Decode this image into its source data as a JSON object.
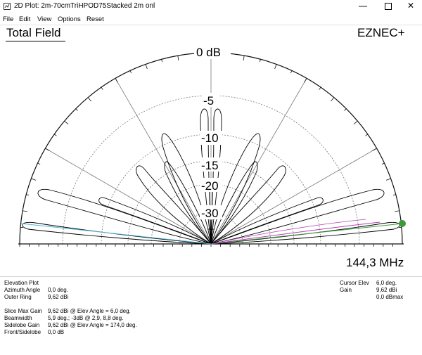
{
  "window": {
    "title": "2D Plot: 2m-70cmTriHPOD75Stacked 2m onl",
    "minimize_icon": "minimize-icon",
    "maximize_icon": "maximize-icon",
    "close_icon": "close-icon"
  },
  "menu": {
    "file": "File",
    "edit": "Edit",
    "view": "View",
    "options": "Options",
    "reset": "Reset"
  },
  "plot": {
    "title": "Total Field",
    "brand": "EZNEC+",
    "frequency": "144,3 MHz",
    "ring_labels": [
      "0 dB",
      "-5",
      "-10",
      "-15",
      "-20",
      "-30"
    ],
    "colors": {
      "pattern": "#000000",
      "cyan_line": "#4fb6d6",
      "green_line": "#3a9a3a",
      "magenta_line": "#b040b0",
      "cursor_dot": "#3c9a3c",
      "grid": "#7a7a7a"
    }
  },
  "info": {
    "left_labels": [
      "Elevation Plot",
      "Azimuth Angle",
      "Outer Ring"
    ],
    "left_values": [
      "",
      "0,0 deg.",
      "9,62 dBi"
    ],
    "stats_labels": [
      "Slice Max Gain",
      "Beamwidth",
      "Sidelobe Gain",
      "Front/Sidelobe"
    ],
    "stats_values": [
      "9,62 dBi @ Elev Angle = 6,0 deg.",
      "5,9 deg.; -3dB @ 2,9, 8,8 deg.",
      "9,62 dBi @ Elev Angle = 174,0 deg.",
      "0,0 dB"
    ],
    "cursor_labels": [
      "Cursor Elev",
      "Gain",
      ""
    ],
    "cursor_values": [
      "6,0 deg.",
      "9,62 dBi",
      "0,0 dBmax"
    ]
  }
}
